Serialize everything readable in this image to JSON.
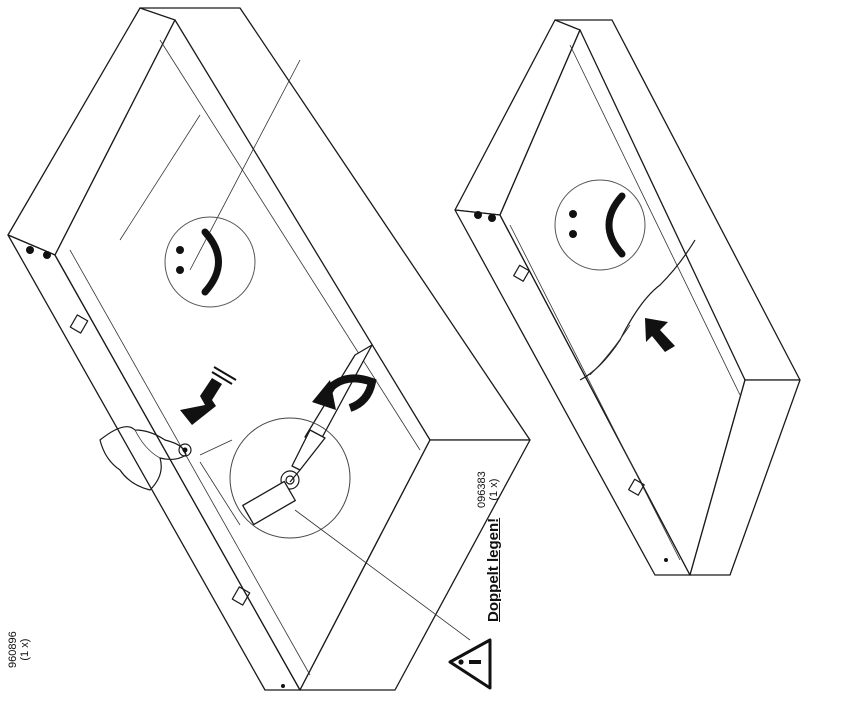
{
  "parts": [
    {
      "number": "960896",
      "quantity": "(1 x)"
    },
    {
      "number": "096383",
      "quantity": "(1 x)"
    }
  ],
  "warning": {
    "text": "Doppelt legen!",
    "icon": "warning-triangle-icon"
  },
  "panels": {
    "left": {
      "face": "smiley-happy-icon",
      "meaning": "correct"
    },
    "right": {
      "face": "smiley-sad-icon",
      "meaning": "incorrect"
    }
  },
  "colors": {
    "ink": "#111111",
    "paper": "#ffffff"
  }
}
